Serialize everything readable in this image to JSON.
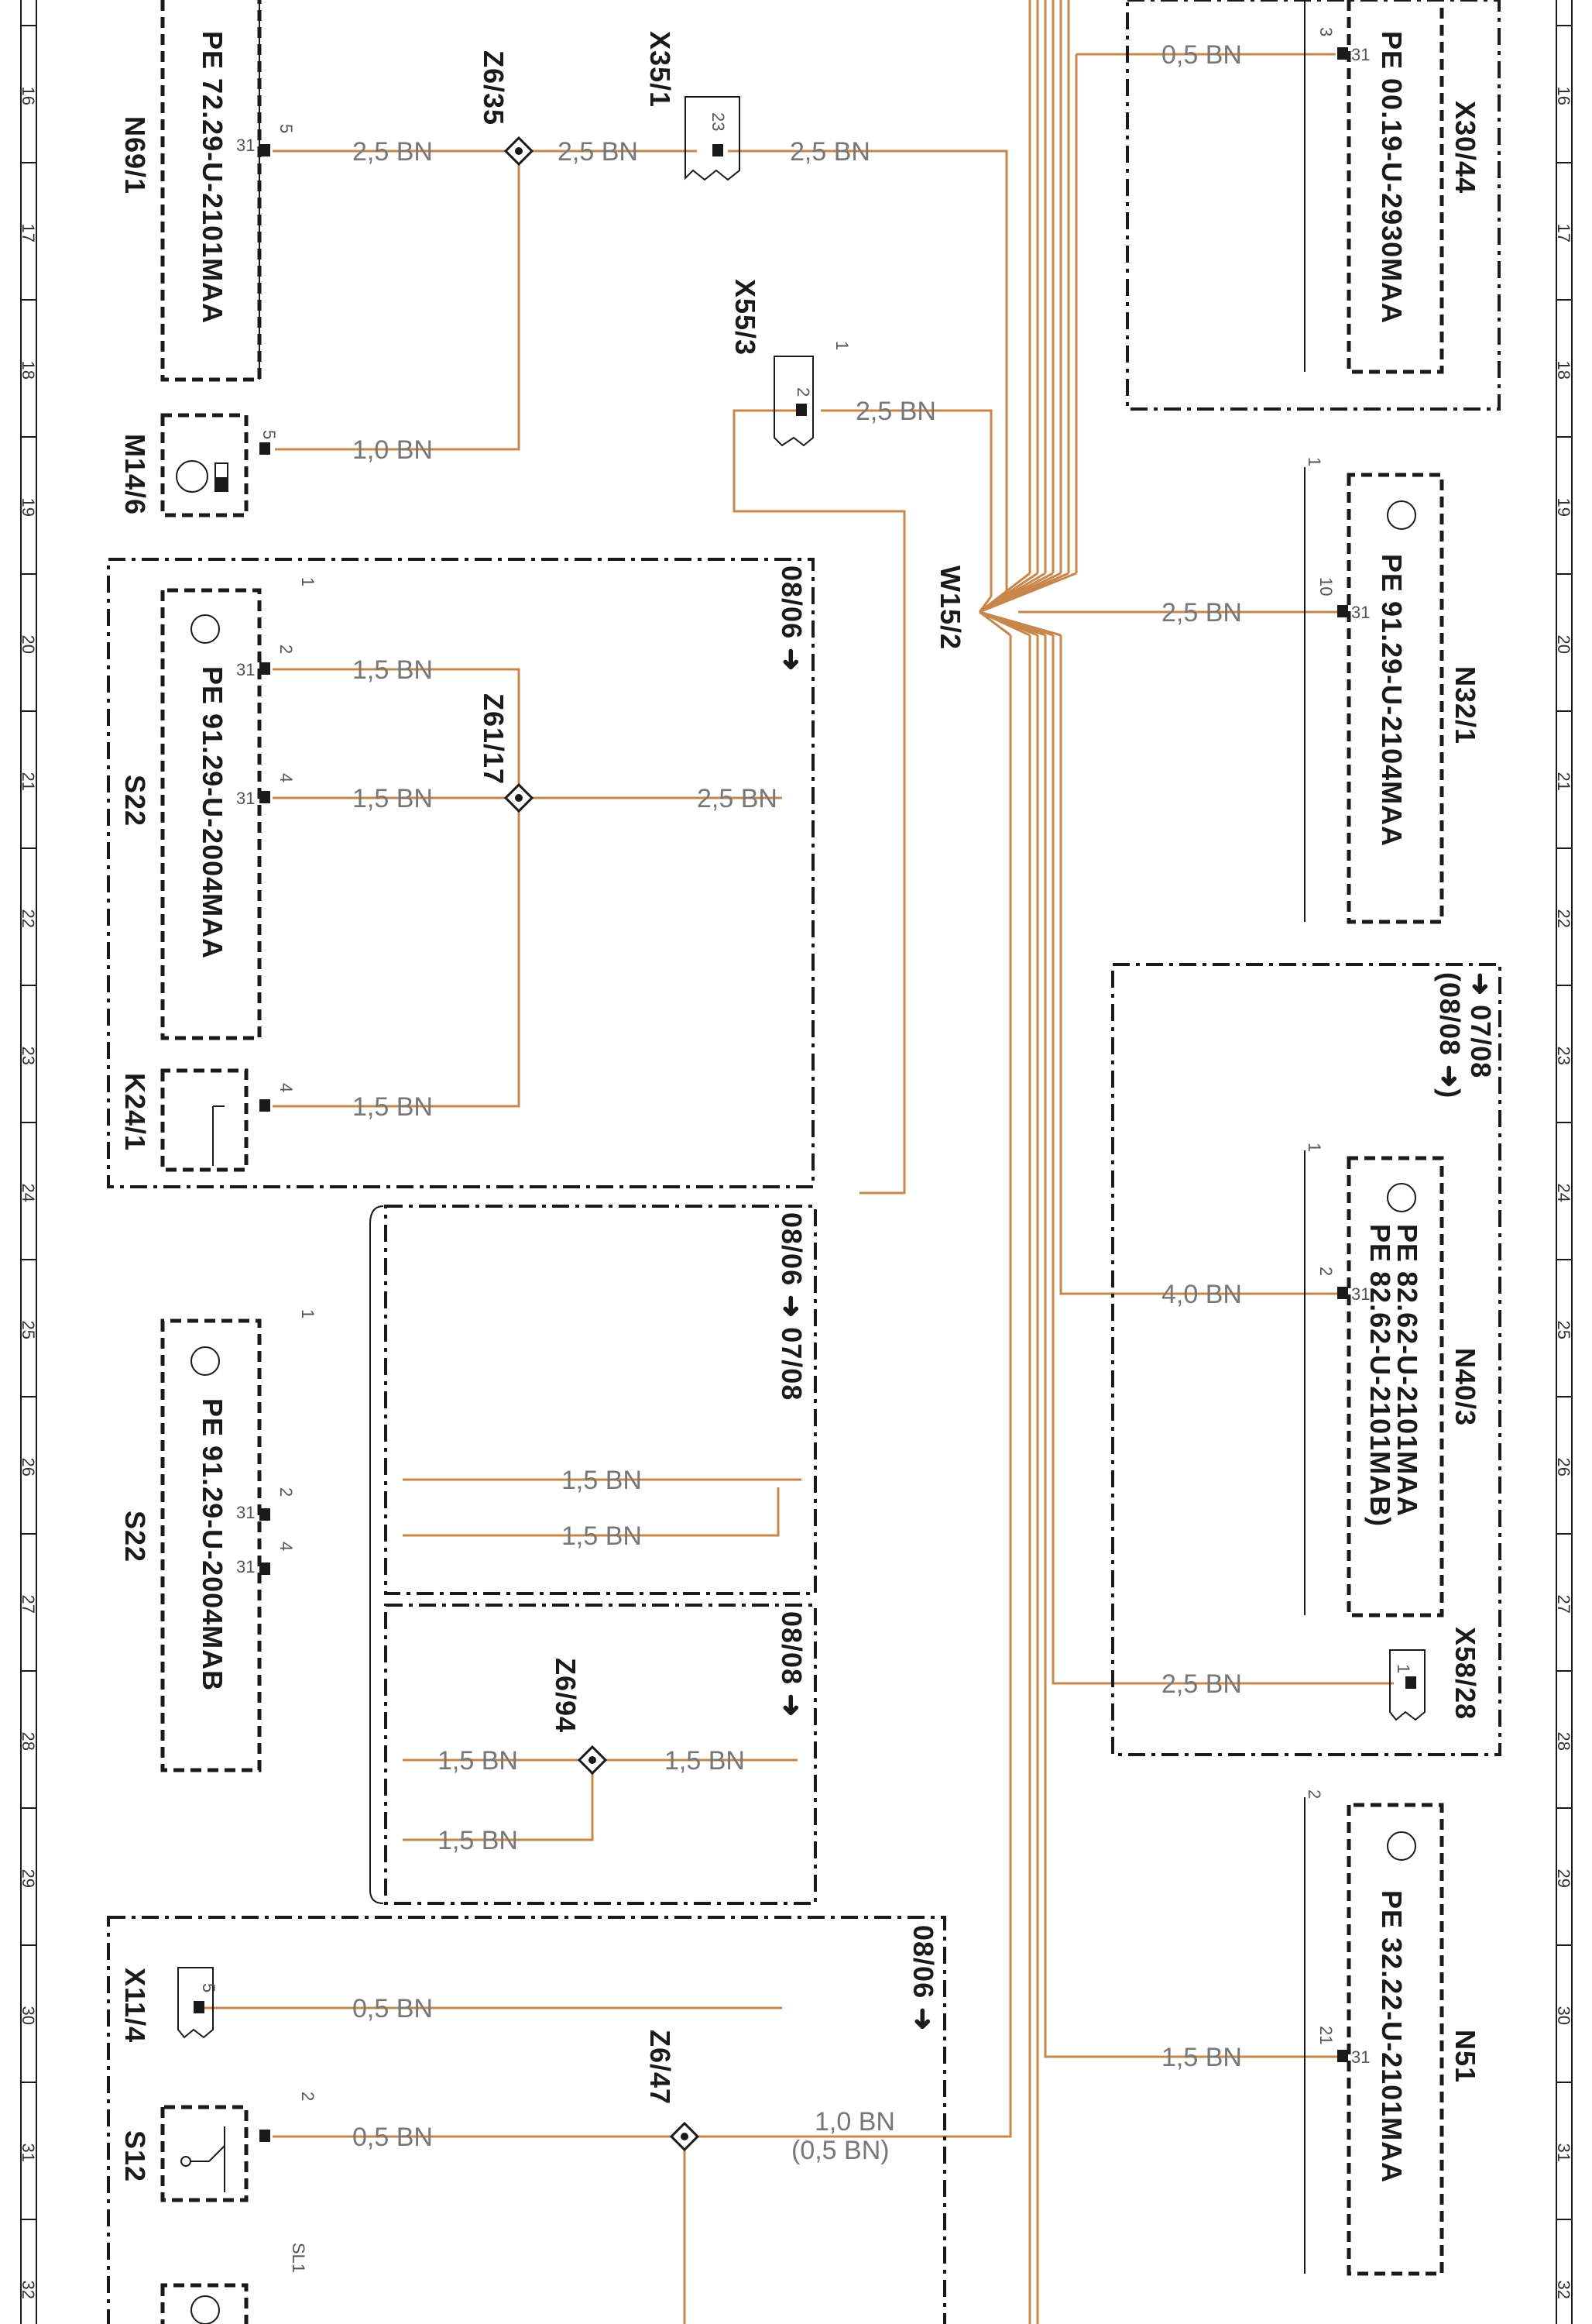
{
  "grid": {
    "row_numbers": [
      "16",
      "17",
      "18",
      "19",
      "20",
      "21",
      "22",
      "23",
      "24",
      "25",
      "26",
      "27",
      "28",
      "29",
      "30",
      "31",
      "32"
    ]
  },
  "components": {
    "N69_1": {
      "code": "N69/1",
      "pe": "PE 72.29-U-2101MAA",
      "pin": "5",
      "term": "31"
    },
    "M14_6": {
      "code": "M14/6",
      "pin": "5"
    },
    "S22_a": {
      "code": "S22",
      "pe": "PE 91.29-U-2004MAA",
      "pin_a": "2",
      "pin_b": "4",
      "corner": "1",
      "term_a": "31",
      "term_b": "31"
    },
    "K24_1": {
      "code": "K24/1",
      "pin": "4"
    },
    "S22_b": {
      "code": "S22",
      "pe": "PE 91.29-U-2004MAB",
      "pin_a": "2",
      "pin_b": "4",
      "corner": "1",
      "term_a": "31",
      "term_b": "31"
    },
    "X11_4": {
      "code": "X11/4",
      "pin": "5"
    },
    "S12": {
      "code": "S12",
      "pin": "2"
    },
    "SL1": {
      "label": "SL1"
    },
    "X30_44": {
      "code": "X30/44",
      "pe": "PE 00.19-U-2930MAA",
      "pin": "3",
      "term": "31"
    },
    "N32_1": {
      "code": "N32/1",
      "pe": "PE 91.29-U-2104MAA",
      "pin": "10",
      "term": "31",
      "corner": "1"
    },
    "N40_3": {
      "code": "N40/3",
      "pe_a": "PE 82.62-U-2101MAA",
      "pe_b": "PE 82.62-U-2101MAB)",
      "pin": "2",
      "term": "31",
      "corner": "1"
    },
    "X58_28": {
      "code": "X58/28",
      "pin": "1"
    },
    "N51": {
      "code": "N51",
      "pe": "PE 32.22-U-2101MAA",
      "pin": "21",
      "term": "31",
      "corner": "2"
    }
  },
  "connectors": {
    "X35_1": {
      "code": "X35/1",
      "pin": "23"
    },
    "X55_3": {
      "code": "X55/3",
      "pin_a": "1",
      "pin_b": "2"
    },
    "W15_2": {
      "code": "W15/2"
    }
  },
  "splices": {
    "Z6_35": "Z6/35",
    "Z61_17": "Z61/17",
    "Z6_94": "Z6/94",
    "Z6_47": "Z6/47"
  },
  "validity": {
    "v1": "08/06 ➜",
    "v2": "08/06 ➜ 07/08",
    "v3": "08/08 ➜",
    "v4": "08/06 ➜",
    "v5": "➜ 07/08",
    "v6": "(08/08 ➜)"
  },
  "wires": {
    "w1": "2,5 BN",
    "w2": "2,5 BN",
    "w3": "2,5 BN",
    "w4": "1,0 BN",
    "w5": "2,5 BN",
    "w6": "1,5 BN",
    "w7": "1,5 BN",
    "w8": "2,5 BN",
    "w9": "1,5 BN",
    "w10": "1,5 BN",
    "w11": "1,5 BN",
    "w12": "1,5 BN",
    "w13": "1,5 BN",
    "w14": "1,5 BN",
    "w15": "0,5 BN",
    "w16": "0,5 BN",
    "w17": "1,0 BN",
    "w17b": "(0,5 BN)",
    "w18": "0,5 BN",
    "w19": "2,5 BN",
    "w20": "4,0 BN",
    "w21": "2,5 BN",
    "w22": "1,5 BN"
  },
  "colors": {
    "wire": "#c8874a",
    "ink": "#1a1a1a"
  }
}
